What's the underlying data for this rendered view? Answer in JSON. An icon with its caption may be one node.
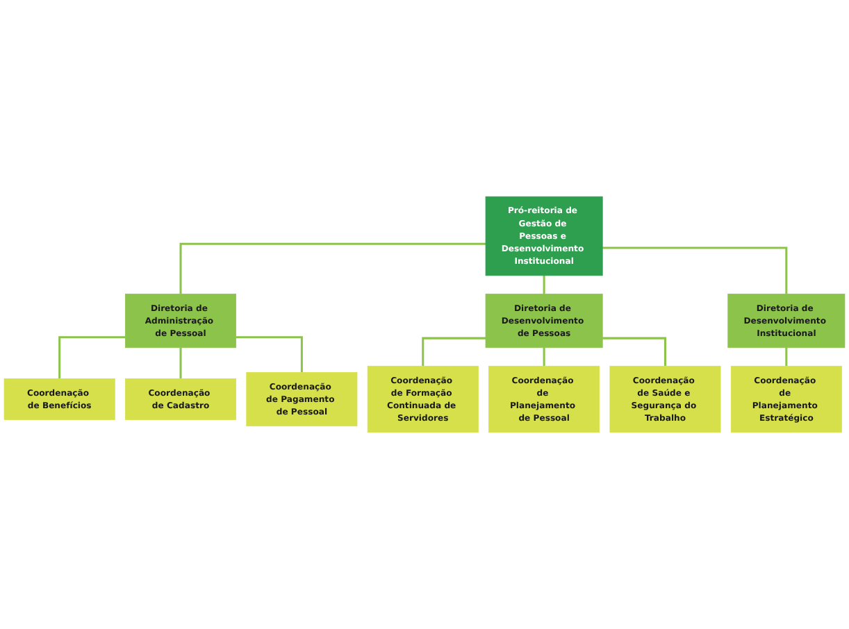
{
  "diagram": {
    "nodes": [
      {
        "text": [
          "Pró-reitoria de Gestão de Pessoas e Desenvolvimento Institucional"
        ]
      },
      {
        "text": [
          "Diretoria de Administração de Pessoal"
        ]
      },
      {
        "text": [
          "Diretoria de Desenvolvimento de Pessoas"
        ]
      },
      {
        "text": [
          "Diretoria de Desenvolvimento Institucional"
        ]
      },
      {
        "text": [
          "Coordenação de Benefícios"
        ]
      },
      {
        "text": [
          "Coordenação de Cadastro"
        ]
      },
      {
        "text": [
          "Coordenação de Pagamento de Pessoal"
        ]
      },
      {
        "text": [
          "Coordenação de Formação Continuada de Servidores"
        ]
      },
      {
        "text": [
          "Coordenação de Planejamento de Pessoal"
        ]
      },
      {
        "text": [
          "Coordenação de Saúde e Segurança do Trabalho"
        ]
      },
      {
        "text": [
          "Coordenação de Planejamento Estratégico"
        ]
      }
    ],
    "edges": [
      {
        "from": 0,
        "to": 1,
        "arrow": "none"
      },
      {
        "from": 0,
        "to": 2,
        "arrow": "none"
      },
      {
        "from": 0,
        "to": 3,
        "arrow": "none"
      },
      {
        "from": 1,
        "to": 4,
        "arrow": "none"
      },
      {
        "from": 1,
        "to": 5,
        "arrow": "none"
      },
      {
        "from": 1,
        "to": 6,
        "arrow": "none"
      },
      {
        "from": 2,
        "to": 7,
        "arrow": "none"
      },
      {
        "from": 2,
        "to": 8,
        "arrow": "none"
      },
      {
        "from": 2,
        "to": 9,
        "arrow": "none"
      },
      {
        "from": 3,
        "to": 10,
        "arrow": "none"
      }
    ]
  }
}
